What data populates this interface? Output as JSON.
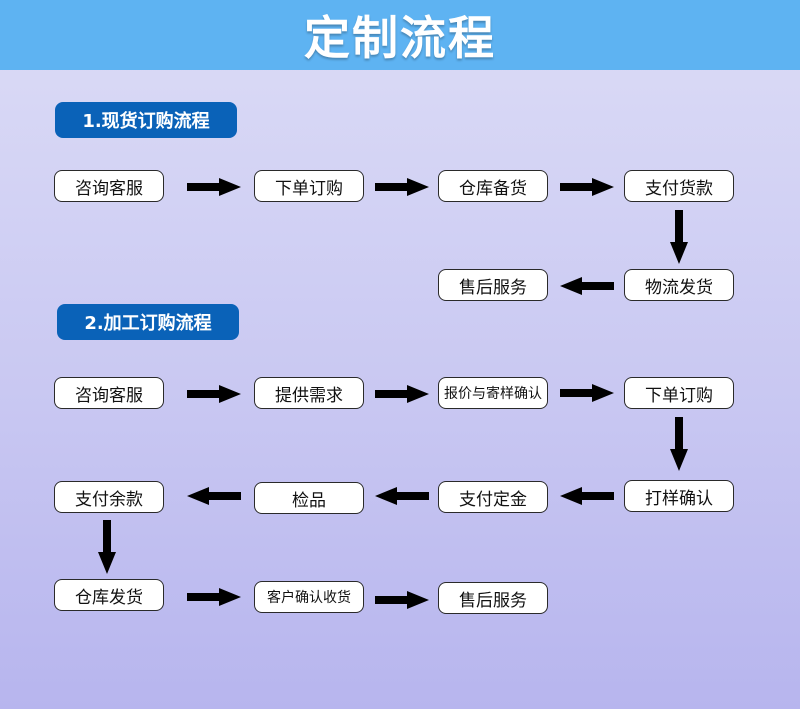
{
  "title": "定制流程",
  "sections": [
    {
      "label": "1.现货订购流程",
      "steps": [
        "咨询客服",
        "下单订购",
        "仓库备货",
        "支付货款",
        "物流发货",
        "售后服务"
      ]
    },
    {
      "label": "2.加工订购流程",
      "steps": [
        "咨询客服",
        "提供需求",
        "报价与寄样确认",
        "下单订购",
        "打样确认",
        "支付定金",
        "检品",
        "支付余款",
        "仓库发货",
        "客户确认收货",
        "售后服务"
      ]
    }
  ],
  "colors": {
    "header": "#5eb3f2",
    "section_label": "#0a62b8",
    "arrow": "#000000"
  }
}
